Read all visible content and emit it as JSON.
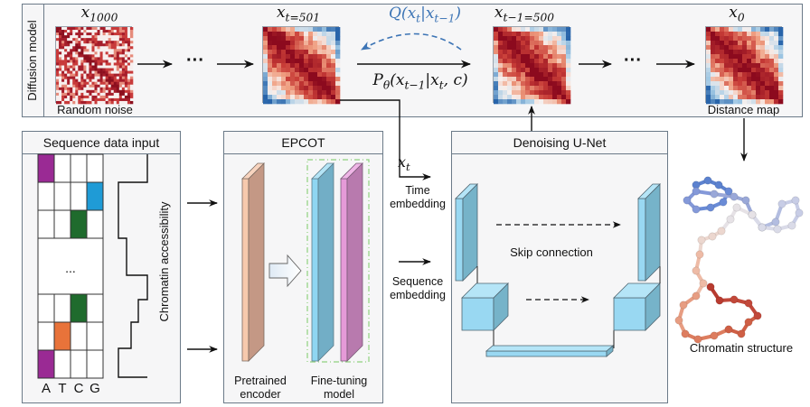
{
  "diffusion": {
    "side_label": "Diffusion model",
    "x1000": {
      "base": "x",
      "sub": "1000"
    },
    "random_noise_label": "Random noise",
    "xt501": {
      "base": "x",
      "sub": "t=501"
    },
    "xt500": {
      "base": "x",
      "sub": "t−1=500"
    },
    "x0": {
      "base": "x",
      "sub": "0"
    },
    "distance_map_label": "Distance map",
    "forward_q": "Q(x_t | x_{t−1})",
    "forward_q_parts": {
      "q": "Q(",
      "x": "x",
      "t": "t",
      "bar": "|",
      "x2": "x",
      "t2": "t−1",
      "close": ")"
    },
    "reverse_p": "P_θ(x_{t−1} | x_t, c)",
    "reverse_p_parts": {
      "p": "P",
      "theta": "θ",
      "open": "(",
      "x": "x",
      "t1": "t−1",
      "bar": "|",
      "x2": "x",
      "t2": "t",
      "rest": ", c)"
    },
    "ellipsis": "···",
    "q_color": "#3c74b5"
  },
  "sequence_input": {
    "title": "Sequence data input",
    "bases": [
      "A",
      "T",
      "C",
      "G"
    ],
    "rows": [
      [
        "A",
        "",
        "",
        ""
      ],
      [
        "",
        "",
        "",
        "G"
      ],
      [
        "",
        "",
        "C",
        ""
      ],
      "ellipsis",
      [
        "",
        "",
        "C",
        ""
      ],
      [
        "",
        "T",
        "",
        ""
      ],
      [
        "A",
        "",
        "",
        ""
      ]
    ],
    "ellipsis": "...",
    "base_colors": {
      "A": "#9a2a94",
      "T": "#e8733a",
      "C": "#1f6b2d",
      "G": "#1f9bd6"
    },
    "accessibility_label": "Chromatin accessibility"
  },
  "epcot": {
    "title": "EPCOT",
    "pretrained_label_1": "Pretrained",
    "pretrained_label_2": "encoder",
    "finetune_label_1": "Fine-tuning",
    "finetune_label_2": "model"
  },
  "embeddings": {
    "xt": {
      "base": "x",
      "sub": "t"
    },
    "time_1": "Time",
    "time_2": "embedding",
    "seq_1": "Sequence",
    "seq_2": "embedding"
  },
  "unet": {
    "title": "Denoising U-Net",
    "skip_label": "Skip connection"
  },
  "output": {
    "structure_label": "Chromatin structure"
  }
}
